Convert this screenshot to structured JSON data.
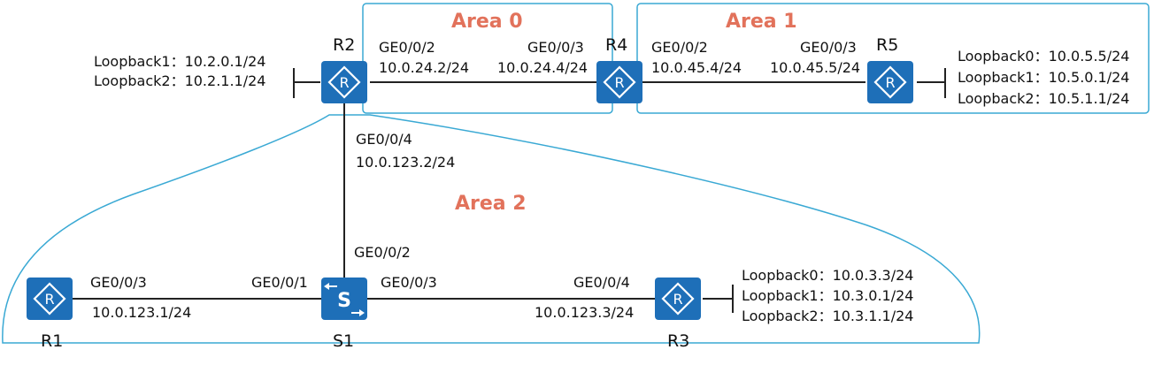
{
  "colors": {
    "area_label": "#e2725b",
    "area_border": "#3aa9d4",
    "device": "#1e6fb8",
    "link": "#222222"
  },
  "areas": {
    "area0": "Area 0",
    "area1": "Area 1",
    "area2": "Area 2"
  },
  "devices": {
    "r1": {
      "name": "R1",
      "icon": "router-icon"
    },
    "r2": {
      "name": "R2",
      "icon": "router-icon"
    },
    "r3": {
      "name": "R3",
      "icon": "router-icon"
    },
    "r4": {
      "name": "R4",
      "icon": "router-icon"
    },
    "r5": {
      "name": "R5",
      "icon": "router-icon"
    },
    "s1": {
      "name": "S1",
      "icon": "switch-icon"
    }
  },
  "loopbacks": {
    "r2": [
      "Loopback1：10.2.0.1/24",
      "Loopback2：10.2.1.1/24"
    ],
    "r5": [
      "Loopback0：10.0.5.5/24",
      "Loopback1：10.5.0.1/24",
      "Loopback2：10.5.1.1/24"
    ],
    "r3": [
      "Loopback0：10.0.3.3/24",
      "Loopback1：10.3.0.1/24",
      "Loopback2：10.3.1.1/24"
    ]
  },
  "interfaces": {
    "r2_ge002": {
      "port": "GE0/0/2",
      "ip": "10.0.24.2/24"
    },
    "r4_ge003": {
      "port": "GE0/0/3",
      "ip": "10.0.24.4/24"
    },
    "r4_ge002": {
      "port": "GE0/0/2",
      "ip": "10.0.45.4/24"
    },
    "r5_ge003": {
      "port": "GE0/0/3",
      "ip": "10.0.45.5/24"
    },
    "r2_ge004": {
      "port": "GE0/0/4",
      "ip": "10.0.123.2/24"
    },
    "s1_ge002": {
      "port": "GE0/0/2"
    },
    "r1_ge003": {
      "port": "GE0/0/3",
      "ip": "10.0.123.1/24"
    },
    "s1_ge001": {
      "port": "GE0/0/1"
    },
    "s1_ge003": {
      "port": "GE0/0/3"
    },
    "r3_ge004": {
      "port": "GE0/0/4",
      "ip": "10.0.123.3/24"
    }
  }
}
